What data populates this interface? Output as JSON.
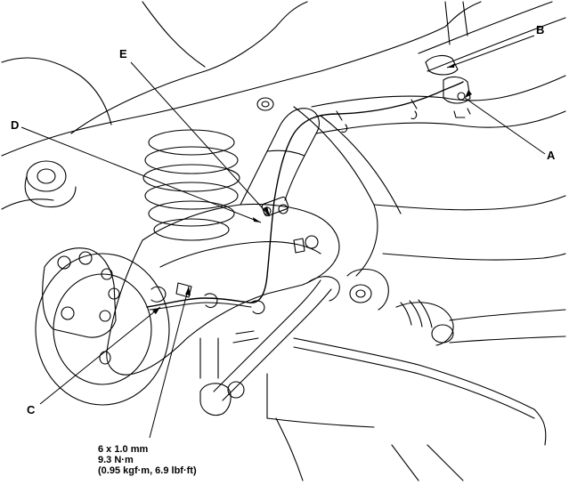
{
  "callouts": {
    "a": "A",
    "b": "B",
    "c": "C",
    "d": "D",
    "e": "E"
  },
  "spec": {
    "bolt_size": "6 x 1.0 mm",
    "torque_nm": "9.3 N·m",
    "torque_alt": "(0.95 kgf·m, 6.9 lbf·ft)"
  },
  "colors": {
    "ink": "#000000",
    "fill": "#ffffff"
  }
}
